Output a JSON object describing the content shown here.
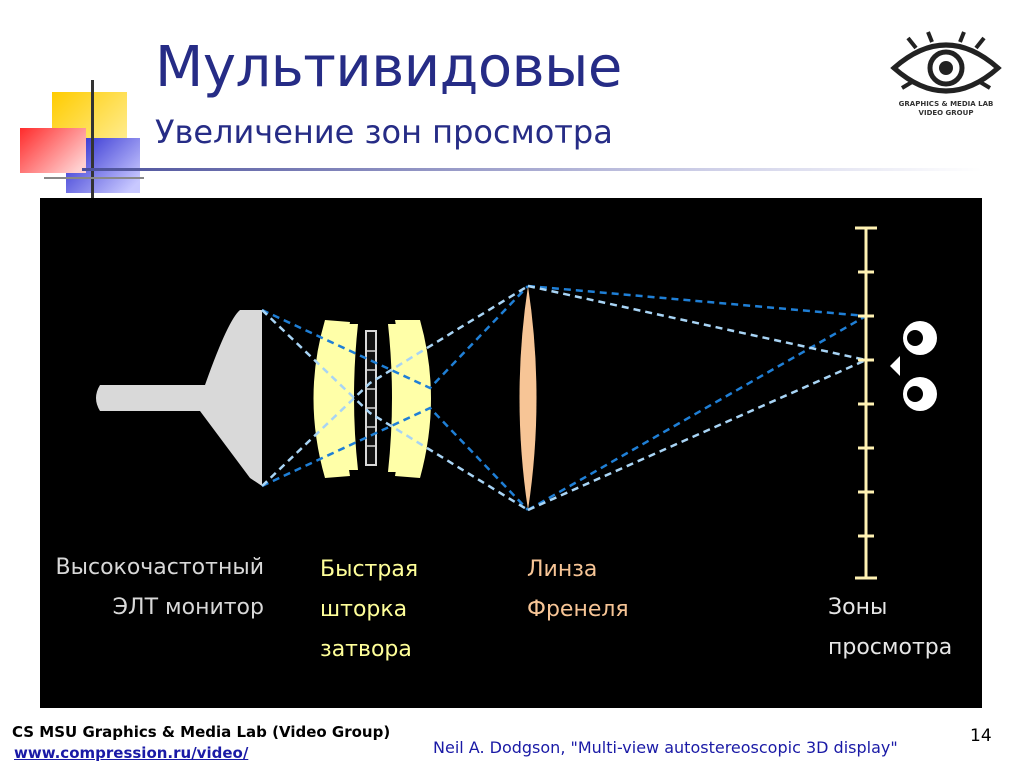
{
  "slide": {
    "title": "Мультивидовые",
    "subtitle": "Увеличение зон просмотра",
    "page_number": "14"
  },
  "logo": {
    "line1": "GRAPHICS & MEDIA LAB",
    "line2": "VIDEO GROUP",
    "icon": "eye-logo-icon"
  },
  "diagram": {
    "labels": {
      "crt_line1": "Высокочастотный",
      "crt_line2": "ЭЛТ монитор",
      "shutter_line1": "Быстрая",
      "shutter_line2": "шторка",
      "shutter_line3": "затвора",
      "lens_line1": "Линза",
      "lens_line2": "Френеля",
      "zones_line1": "Зоны",
      "zones_line2": "просмотра"
    },
    "colors": {
      "background": "#000000",
      "crt": "#d9d9d9",
      "lenses": "#ffffa8",
      "fresnel": "#f7c596",
      "ray_dark": "#1f7fd6",
      "ray_light": "#a8d4f5",
      "scale": "#fff2b3"
    }
  },
  "footer": {
    "lab": "CS MSU Graphics & Media Lab (Video Group)",
    "url": "www.compression.ru/video/",
    "citation": "Neil A. Dodgson, \"Multi-view autostereoscopic 3D display\""
  }
}
